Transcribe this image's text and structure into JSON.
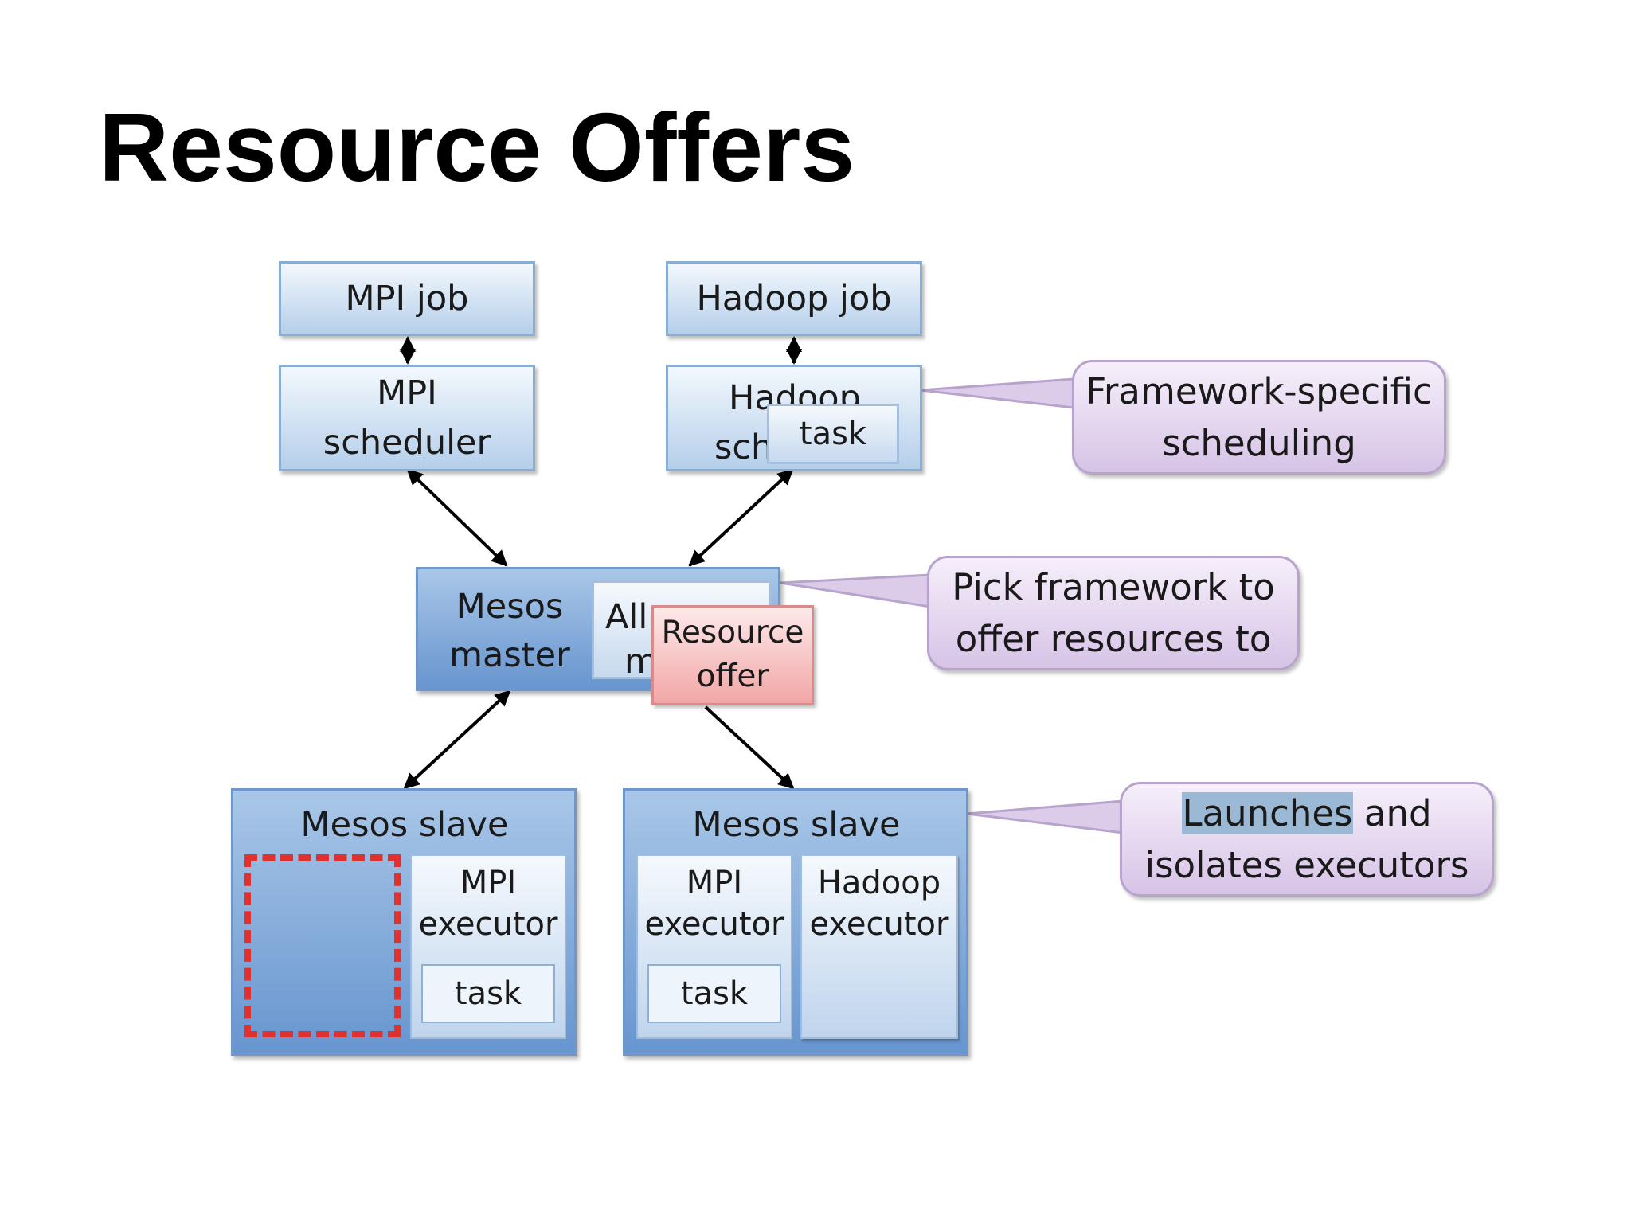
{
  "slide": {
    "title": "Resource Offers"
  },
  "boxes": {
    "mpi_job": "MPI job",
    "hadoop_job": "Hadoop job",
    "mpi_scheduler": [
      "MPI",
      "scheduler"
    ],
    "hadoop_scheduler_hidden": [
      "Hadoop",
      "sch"
    ],
    "hadoop_task": "task",
    "mesos_master": [
      "Mesos",
      "master"
    ],
    "allocation_partial": [
      "All",
      "m"
    ],
    "resource_offer": [
      "Resource",
      "offer"
    ],
    "slave_left_title": "Mesos slave",
    "slave_left_executor": [
      "MPI",
      "executor"
    ],
    "slave_left_task": "task",
    "slave_right_title": "Mesos slave",
    "slave_right_mpi_executor": [
      "MPI",
      "executor"
    ],
    "slave_right_task": "task",
    "slave_right_hadoop_executor": [
      "Hadoop",
      "executor"
    ]
  },
  "callouts": {
    "framework": [
      "Framework-specific",
      "scheduling"
    ],
    "pick": [
      "Pick framework to",
      "offer resources to"
    ],
    "launches_highlight": "Launches",
    "launches_rest": " and",
    "launches_line2": "isolates executors"
  },
  "colors": {
    "light_box": "#d3e3f4",
    "master_box": "#7ba7d8",
    "offer_box": "#f4b6b6",
    "callout_fill": "#e2d4ee",
    "dashed_border": "#e0312e"
  }
}
